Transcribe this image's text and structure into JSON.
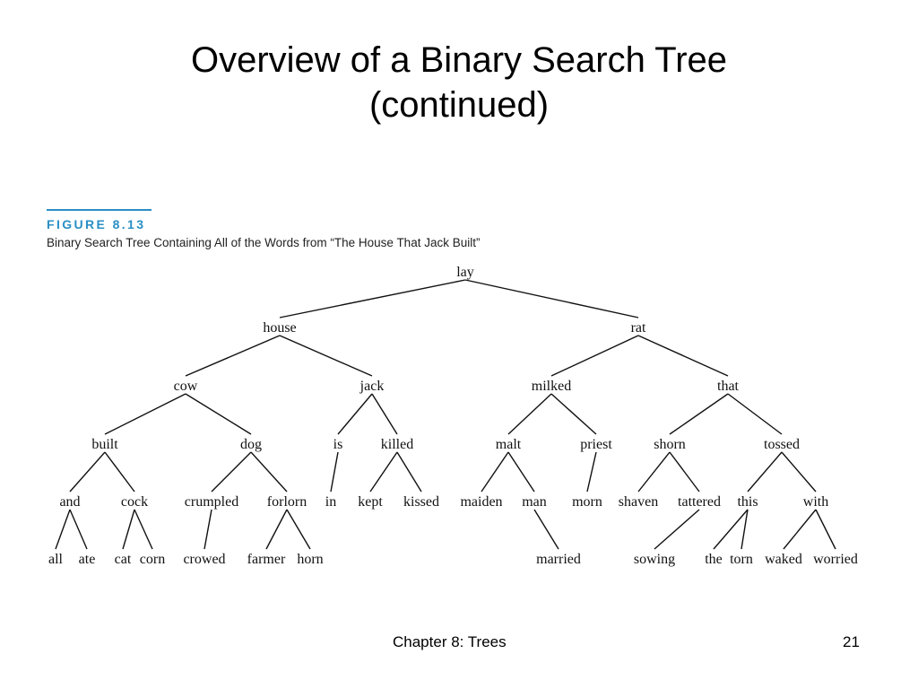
{
  "slide": {
    "title_line1": "Overview of a Binary Search Tree",
    "title_line2": "(continued)"
  },
  "figure": {
    "label": "FIGURE 8.13",
    "caption": "Binary Search Tree Containing All of the Words from “The House That Jack Built”",
    "accent_color": "#2a8fc4"
  },
  "tree": {
    "root": {
      "word": "lay",
      "children": [
        {
          "word": "house",
          "children": [
            {
              "word": "cow",
              "children": [
                {
                  "word": "built",
                  "children": [
                    {
                      "word": "and",
                      "children": [
                        {
                          "word": "all"
                        },
                        {
                          "word": "ate"
                        }
                      ]
                    },
                    {
                      "word": "cock",
                      "children": [
                        {
                          "word": "cat"
                        },
                        {
                          "word": "corn"
                        }
                      ]
                    }
                  ]
                },
                {
                  "word": "dog",
                  "children": [
                    {
                      "word": "crumpled",
                      "children": [
                        {
                          "word": "crowed"
                        }
                      ]
                    },
                    {
                      "word": "forlorn",
                      "children": [
                        {
                          "word": "farmer"
                        },
                        {
                          "word": "horn"
                        }
                      ]
                    }
                  ]
                }
              ]
            },
            {
              "word": "jack",
              "children": [
                {
                  "word": "is",
                  "children": [
                    {
                      "word": "in"
                    }
                  ]
                },
                {
                  "word": "killed",
                  "children": [
                    {
                      "word": "kept"
                    },
                    {
                      "word": "kissed"
                    }
                  ]
                }
              ]
            }
          ]
        },
        {
          "word": "rat",
          "children": [
            {
              "word": "milked",
              "children": [
                {
                  "word": "malt",
                  "children": [
                    {
                      "word": "maiden"
                    },
                    {
                      "word": "man",
                      "children": [
                        {
                          "word": "married"
                        }
                      ]
                    }
                  ]
                },
                {
                  "word": "priest",
                  "children": [
                    {
                      "word": "morn"
                    }
                  ]
                }
              ]
            },
            {
              "word": "that",
              "children": [
                {
                  "word": "shorn",
                  "children": [
                    {
                      "word": "shaven"
                    },
                    {
                      "word": "tattered",
                      "children": [
                        {
                          "word": "sowing"
                        }
                      ]
                    }
                  ]
                },
                {
                  "word": "tossed",
                  "children": [
                    {
                      "word": "this",
                      "children": [
                        {
                          "word": "the"
                        },
                        {
                          "word": "torn"
                        }
                      ]
                    },
                    {
                      "word": "with",
                      "children": [
                        {
                          "word": "waked"
                        },
                        {
                          "word": "worried"
                        }
                      ]
                    }
                  ]
                }
              ]
            }
          ]
        }
      ]
    }
  },
  "footer": {
    "chapter": "Chapter 8: Trees",
    "page": "21"
  }
}
